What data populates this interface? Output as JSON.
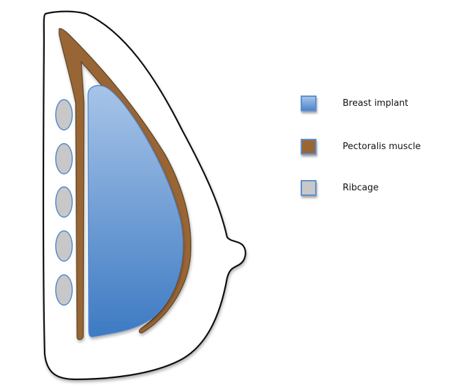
{
  "legend": [
    {
      "label": "Breast implant",
      "color": "#6a9bd8"
    },
    {
      "label": "Pectoralis muscle",
      "color": "#9a6534"
    },
    {
      "label": "Ribcage",
      "color": "#c8c8c8"
    }
  ],
  "colors": {
    "outline": "#111111",
    "implant_top": "#a4c2e6",
    "implant_bottom": "#3f7cc4",
    "muscle": "#9a6534",
    "muscle_border": "#5a4a2a",
    "rib": "#c8c8c8",
    "rib_border": "#4f86cf"
  }
}
